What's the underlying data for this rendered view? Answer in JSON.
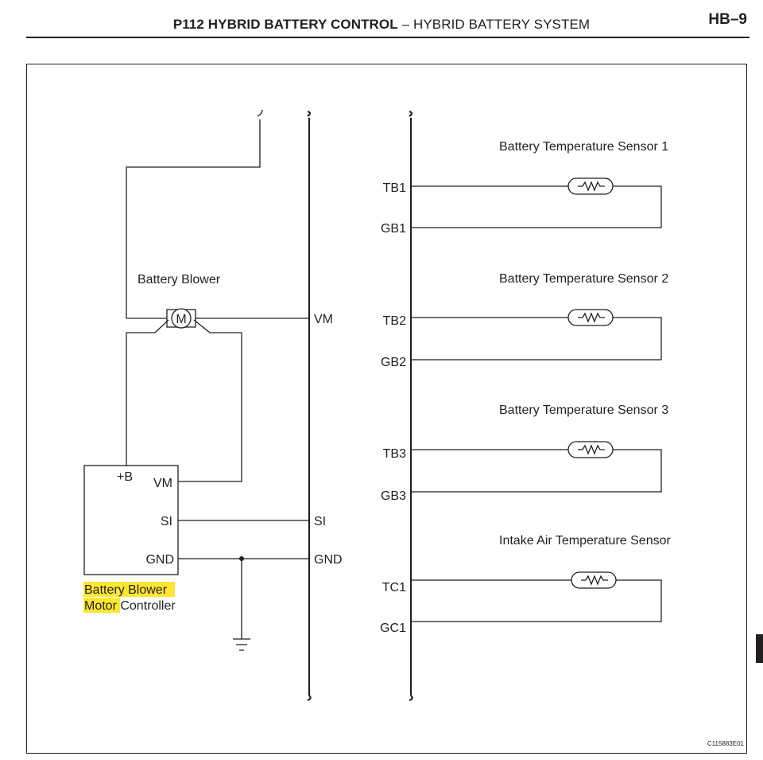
{
  "header": {
    "title_bold": "P112 HYBRID BATTERY CONTROL",
    "separator": "–",
    "title_rest": "HYBRID BATTERY SYSTEM",
    "page": "HB–9"
  },
  "diagram": {
    "motor_symbol": "M",
    "battery_blower_label": "Battery Blower",
    "controller": {
      "name_line1": "Battery Blower",
      "name_line2_highlight": "Motor",
      "name_line2_rest": " Controller",
      "terminals": {
        "plus_b": "+B",
        "vm": "VM",
        "si": "SI",
        "gnd": "GND"
      },
      "highlight_color": "#ffe633"
    },
    "ecu_terminals": {
      "vm": "VM",
      "si": "SI",
      "gnd": "GND"
    },
    "sensors": [
      {
        "name": "Battery Temperature Sensor 1",
        "pin_signal": "TB1",
        "pin_ground": "GB1"
      },
      {
        "name": "Battery Temperature Sensor 2",
        "pin_signal": "TB2",
        "pin_ground": "GB2"
      },
      {
        "name": "Battery Temperature Sensor 3",
        "pin_signal": "TB3",
        "pin_ground": "GB3"
      },
      {
        "name": "Intake Air Temperature Sensor",
        "pin_signal": "TC1",
        "pin_ground": "GC1"
      }
    ],
    "figure_code": "C115883E01"
  },
  "icons": [
    "motor-icon",
    "thermistor-icon",
    "ground-icon"
  ]
}
